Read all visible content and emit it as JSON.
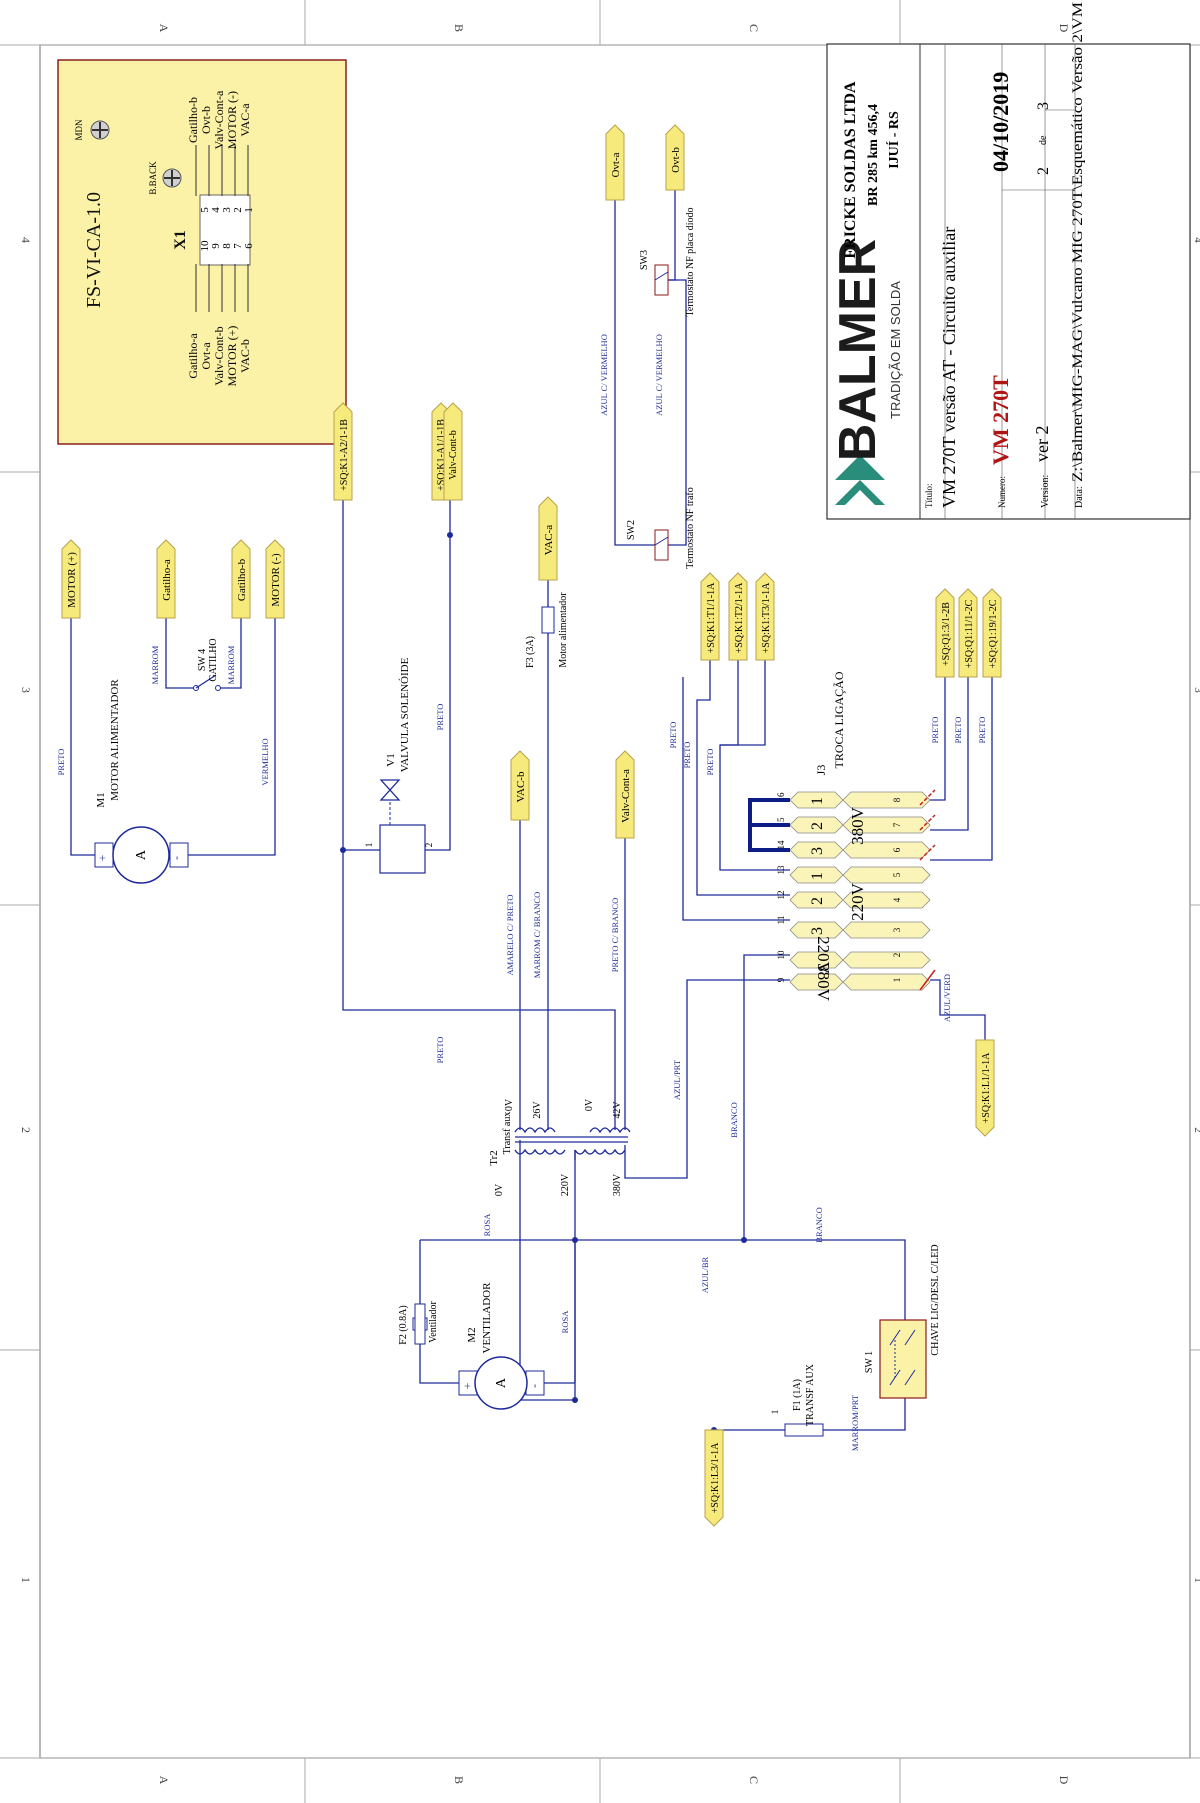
{
  "colors": {
    "wire": "#1d2a9a",
    "label_fill": "#f7ea7d",
    "label_stroke": "#b8a24a",
    "component_red": "#b22222",
    "jumper": "#0d1d88",
    "block_fill": "#fbf4b9",
    "frame": "#777777",
    "title_red": "#b01515"
  },
  "frame": {
    "col_marks": [
      "A",
      "B",
      "C",
      "D"
    ],
    "row_marks": [
      "4",
      "3",
      "2",
      "1"
    ]
  },
  "board": {
    "name": "FS-VI-CA-1.0",
    "connector": "X1",
    "left_labels": [
      "Gatilho-a",
      "Ovt-a",
      "Valv-Cont-b",
      "MOTOR (+)",
      "VAC-b"
    ],
    "left_pins": [
      "10",
      "9",
      "8",
      "7",
      "6"
    ],
    "right_pins": [
      "5",
      "4",
      "3",
      "2",
      "1"
    ],
    "right_labels": [
      "Gatilho-b",
      "Ovt-b",
      "Valv-Cont-a",
      "MOTOR (-)",
      "VAC-a"
    ],
    "btn_mdn": "MDN",
    "btn_bback": "B.BACK"
  },
  "tags": {
    "motor_plus": "MOTOR (+)",
    "gatilho_a": "Gatilho-a",
    "gatilho_b": "Gatilho-b",
    "motor_minus": "MOTOR (-)",
    "sq_k1_a2": "+SQ:K1-A2/1-1B",
    "sq_k1_a1": "+SQ:K1-A1/1-1B",
    "valv_cont_b": "Valv-Cont-b",
    "vac_a": "VAC-a",
    "vac_b": "VAC-b",
    "valv_cont_a": "Valv-Cont-a",
    "ovt_a": "Ovt-a",
    "ovt_b": "Ovt-b",
    "sq_k1_t1": "+SQ:K1:T1/1-1A",
    "sq_k1_t2": "+SQ:K1:T2/1-1A",
    "sq_k1_t3": "+SQ:K1:T3/1-1A",
    "sq_q1_3": "+SQ:Q1:3/1-2B",
    "sq_q1_11": "+SQ:Q1:11/1-2C",
    "sq_q1_19": "+SQ:Q1:19/1-2C",
    "sq_k1_l1": "+SQ:K1:L1/1-1A",
    "sq_k1_l3": "+SQ:K1:L3/1-1A"
  },
  "components": {
    "m1_ref": "M1",
    "m1_name": "MOTOR ALIMENTADOR",
    "m1_letter": "A",
    "sw4_ref": "SW 4",
    "sw4_name": "GATILHO",
    "v1_ref": "V1",
    "v1_name": "VALVULA SOLENÓIDE",
    "f3_ref": "F3 (3A)",
    "f3_name": "Motor alimentador",
    "sw2_ref": "SW2",
    "sw2_name": "Termostato NF trafo",
    "sw3_ref": "SW3",
    "sw3_name": "Termostato NF placa diodo",
    "j3_ref": "J3",
    "j3_name": "TROCA LIGAÇÃO",
    "tr2_ref": "Tr2",
    "tr2_name": "Transf aux",
    "tap_0v_a": "0V",
    "tap_220v": "220V",
    "tap_380v": "380V",
    "tap_0v_b": "0V",
    "tap_26v": "26V",
    "tap_0v_c": "0V",
    "tap_42v": "42V",
    "f2_ref": "F2 (0.8A)",
    "f2_name": "Ventilador",
    "m2_ref": "M2",
    "m2_name": "VENTILADOR",
    "m2_letter": "A",
    "f1_ref": "F1 (1A)",
    "f1_name": "TRANSF AUX",
    "sw1_ref": "SW 1",
    "sw1_name": "CHAVE LIG/DESL C/LED"
  },
  "terminal_block": {
    "top_pins": [
      "9",
      "10",
      "11",
      "12",
      "13",
      "14",
      "15",
      "16"
    ],
    "bottom_pins": [
      "1",
      "2",
      "3",
      "4",
      "5",
      "6",
      "7",
      "8"
    ],
    "cells_a": [
      "3",
      "2",
      "1",
      "3",
      "2",
      "1"
    ],
    "v220": "220V",
    "v380": "380V",
    "v380_inv": "380V",
    "v220_inv": "220V"
  },
  "wires": {
    "preto": "PRETO",
    "marrom": "MARROM",
    "vermelho": "VERMELHO",
    "azul_vermelho": "AZUL C/ VERMELHO",
    "amarelo_preto": "AMARELO C/ PRETO",
    "marrom_branco": "MARROM C/ BRANCO",
    "preto_branco": "PRETO C/ BRANCO",
    "azul_prt": "AZUL/PRT",
    "branco": "BRANCO",
    "rosa": "ROSA",
    "azul_br": "AZUL/BR",
    "marrom_prt": "MARROM/PRT",
    "azul_verd": "AZUL/VERD"
  },
  "title_block": {
    "company": "FRICKE SOLDAS LTDA",
    "address": "BR 285 km 456,4",
    "city": "IJUÍ - RS",
    "brand": "BALMER",
    "tagline": "TRADIÇÃO EM SOLDA",
    "titulo_label": "Título:",
    "titulo": "VM 270T versão AT - Circuito auxiliar",
    "numero_label": "Numero:",
    "numero": "VM 270T",
    "date": "04/10/2019",
    "version_label": "Version:",
    "version": "ver 2",
    "sheet": "2",
    "de": "de",
    "sheets": "3",
    "data_label": "Data:",
    "path": "Z:\\Balmer\\MIG-MAG\\Vulcano MIG 270T\\Esquemático Versão 2\\VM"
  }
}
